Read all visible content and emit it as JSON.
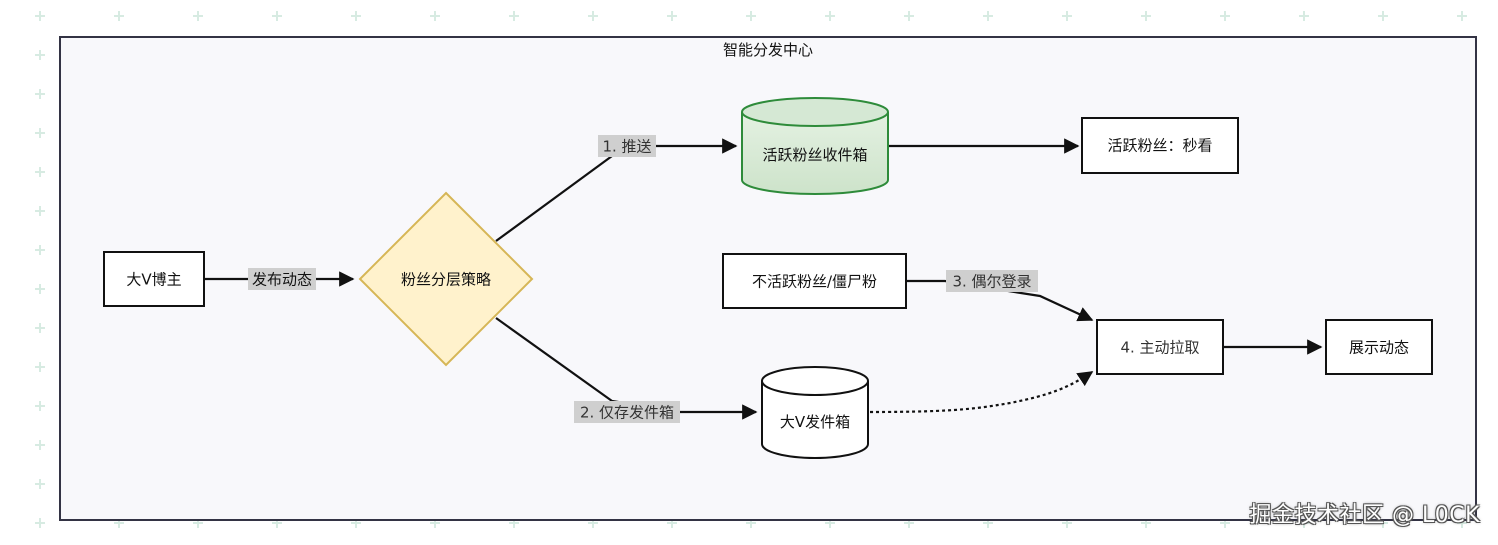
{
  "container": {
    "title": "智能分发中心"
  },
  "nodes": {
    "blogger": "大V博主",
    "strategy": "粉丝分层策略",
    "active_inbox": "活跃粉丝收件箱",
    "active_fans": "活跃粉丝：秒看",
    "inactive_fans": "不活跃粉丝/僵尸粉",
    "pull": "4. 主动拉取",
    "display": "展示动态",
    "outbox": "大V发件箱"
  },
  "edges": {
    "publish": "发布动态",
    "push": "1. 推送",
    "store_outbox": "2. 仅存发件箱",
    "occasional_login": "3. 偶尔登录"
  },
  "watermark": "掘金技术社区 @ L0CK",
  "colors": {
    "background": "#ffffff",
    "container_fill": "#f8f8fb",
    "container_border": "#333344",
    "decision_fill": "#fff2cc",
    "decision_border": "#d6b656",
    "active_inbox_fill": "#d5e8d4",
    "active_inbox_border": "#2e8b3a",
    "grid_plus": "#d7ebe2"
  }
}
